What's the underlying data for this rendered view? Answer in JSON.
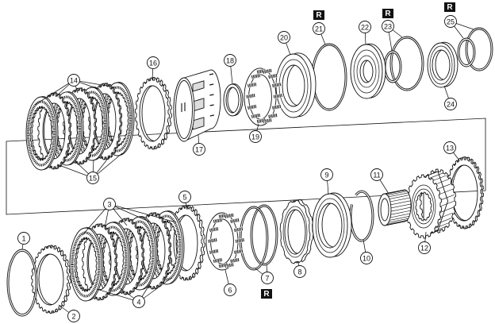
{
  "callouts": {
    "c1": "1",
    "c2": "2",
    "c3": "3",
    "c4": "4",
    "c5": "5",
    "c6": "6",
    "c7": "7",
    "c8": "8",
    "c9": "9",
    "c10": "10",
    "c11": "11",
    "c12": "12",
    "c13": "13",
    "c14": "14",
    "c15": "15",
    "c16": "16",
    "c17": "17",
    "c18": "18",
    "c19": "19",
    "c20": "20",
    "c21": "21",
    "c22": "22",
    "c23": "23",
    "c24": "24",
    "c25": "25"
  },
  "marker_label": "R",
  "colors": {
    "ink": "#111111",
    "paper": "#ffffff"
  }
}
